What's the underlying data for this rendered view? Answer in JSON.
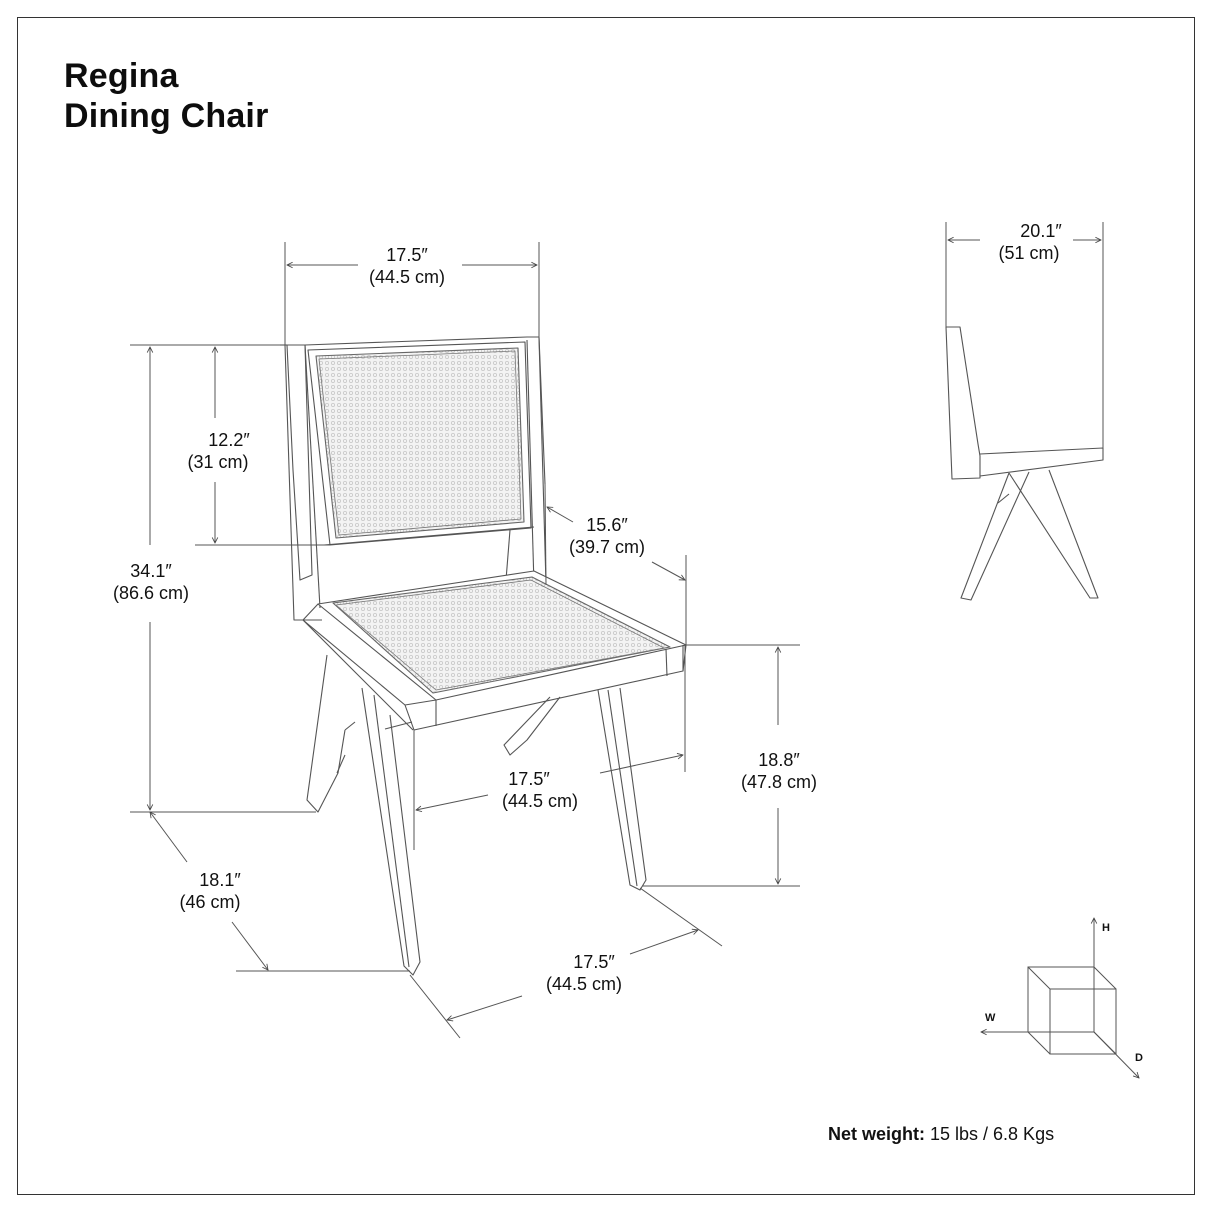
{
  "title": {
    "line1": "Regina",
    "line2": "Dining Chair"
  },
  "dimensions": {
    "overall_width": {
      "imperial": "17.5″",
      "metric": "(44.5 cm)"
    },
    "backrest_height": {
      "imperial": "12.2″",
      "metric": "(31 cm)"
    },
    "overall_height": {
      "imperial": "34.1″",
      "metric": "(86.6 cm)"
    },
    "seat_depth": {
      "imperial": "15.6″",
      "metric": "(39.7 cm)"
    },
    "seat_width": {
      "imperial": "17.5″",
      "metric": "(44.5 cm)"
    },
    "seat_height": {
      "imperial": "18.8″",
      "metric": "(47.8 cm)"
    },
    "leg_depth": {
      "imperial": "18.1″",
      "metric": "(46 cm)"
    },
    "leg_width": {
      "imperial": "17.5″",
      "metric": "(44.5 cm)"
    },
    "side_depth": {
      "imperial": "20.1″",
      "metric": "(51 cm)"
    }
  },
  "axis_legend": {
    "h": "H",
    "w": "W",
    "d": "D"
  },
  "net_weight": {
    "label": "Net weight:",
    "value": " 15 lbs / 6.8 Kgs"
  },
  "colors": {
    "line": "#555555",
    "cane": "#e4e4e4",
    "text": "#111111"
  }
}
